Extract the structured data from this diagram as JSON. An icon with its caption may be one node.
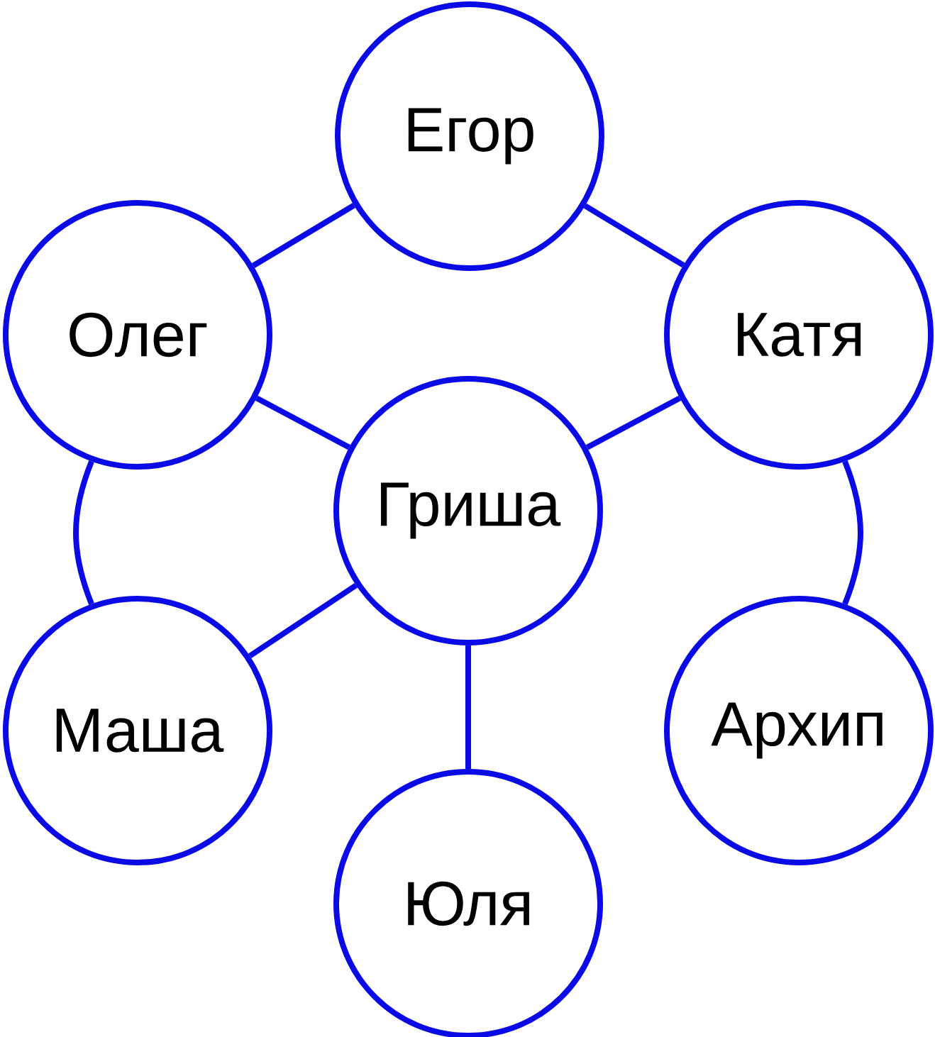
{
  "diagram": {
    "nodes": [
      {
        "text": [
          "Егор"
        ]
      },
      {
        "text": [
          "Олег"
        ]
      },
      {
        "text": [
          "Катя"
        ]
      },
      {
        "text": [
          "Гриша"
        ]
      },
      {
        "text": [
          "Маша"
        ]
      },
      {
        "text": [
          "Архип"
        ]
      },
      {
        "text": [
          "Юля"
        ]
      }
    ],
    "edges": [
      {
        "from": 0,
        "to": 1,
        "arrow": "none"
      },
      {
        "from": 0,
        "to": 2,
        "arrow": "none"
      },
      {
        "from": 1,
        "to": 3,
        "arrow": "none"
      },
      {
        "from": 2,
        "to": 3,
        "arrow": "none"
      },
      {
        "from": 1,
        "to": 4,
        "arrow": "none"
      },
      {
        "from": 2,
        "to": 5,
        "arrow": "none"
      },
      {
        "from": 4,
        "to": 3,
        "arrow": "none"
      },
      {
        "from": 3,
        "to": 6,
        "arrow": "none"
      }
    ]
  }
}
